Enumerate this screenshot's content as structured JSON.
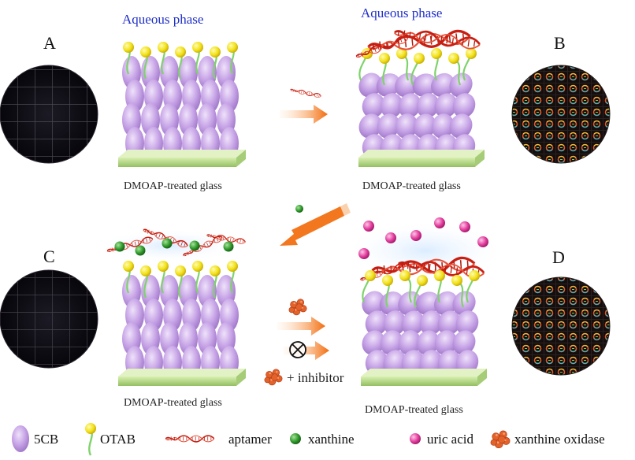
{
  "titles": {
    "top_left": "Aqueous phase",
    "top_right": "Aqueous phase"
  },
  "panels": {
    "a": "A",
    "b": "B",
    "c": "C",
    "d": "D"
  },
  "captions": {
    "top_left": "DMOAP-treated glass",
    "top_right": "DMOAP-treated glass",
    "bottom_left": "DMOAP-treated glass",
    "bottom_right": "DMOAP-treated glass"
  },
  "inhibitor_label": "+ inhibitor",
  "legend": {
    "lc": "5CB",
    "surfactant": "OTAB",
    "aptamer": "aptamer",
    "xanthine": "xanthine",
    "uric_acid": "uric acid",
    "enzyme": "xanthine oxidase"
  },
  "colors": {
    "title_blue": "#1f2fc9",
    "lc_purple": "#c9a6e6",
    "otab_yellow": "#f2e21a",
    "aptamer_red": "#d42a16",
    "xanthine_green": "#2f9a2a",
    "uric_acid_pink": "#e23d9c",
    "arrow_orange": "#f26b0c",
    "glass_green": "#b9d98c"
  }
}
